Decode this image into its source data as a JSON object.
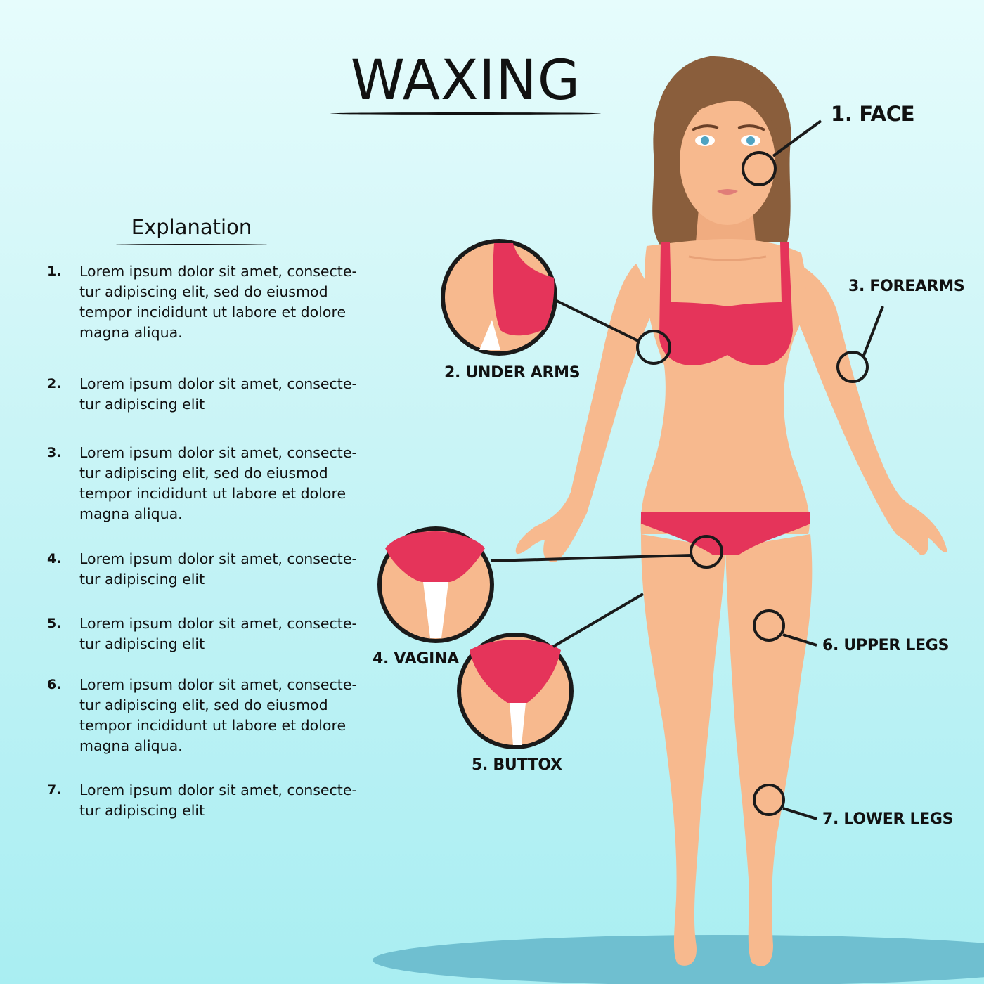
{
  "title": "WAXING",
  "explanation": {
    "heading": "Explanation",
    "items": [
      {
        "num": "1.",
        "text": "Lorem ipsum dolor sit amet, consecte-\ntur adipiscing elit, sed do eiusmod\ntempor incididunt ut labore et dolore\nmagna aliqua."
      },
      {
        "num": "2.",
        "text": "Lorem ipsum dolor sit amet, consecte-\ntur adipiscing elit"
      },
      {
        "num": "3.",
        "text": "Lorem ipsum dolor sit amet, consecte-\ntur adipiscing elit, sed do eiusmod\ntempor incididunt ut labore et dolore\nmagna aliqua."
      },
      {
        "num": "4.",
        "text": "Lorem ipsum dolor sit amet, consecte-\ntur adipiscing elit"
      },
      {
        "num": "5.",
        "text": "Lorem ipsum dolor sit amet, consecte-\ntur adipiscing elit"
      },
      {
        "num": "6.",
        "text": "Lorem ipsum dolor sit amet, consecte-\ntur adipiscing elit, sed do eiusmod\ntempor incididunt ut labore et dolore\nmagna aliqua."
      },
      {
        "num": "7.",
        "text": "Lorem ipsum dolor sit amet, consecte-\ntur adipiscing elit"
      }
    ]
  },
  "labels": {
    "face": "1. FACE",
    "under_arms": "2. UNDER ARMS",
    "forearms": "3. FOREARMS",
    "vagina": "4. VAGINA",
    "buttox": "5. BUTTOX",
    "upper_legs": "6. UPPER LEGS",
    "lower_legs": "7. LOWER LEGS"
  },
  "colors": {
    "skin": "#f7b98e",
    "bikini": "#e5345a",
    "hair": "#8a5e3c",
    "outline": "#1a1a1a"
  }
}
